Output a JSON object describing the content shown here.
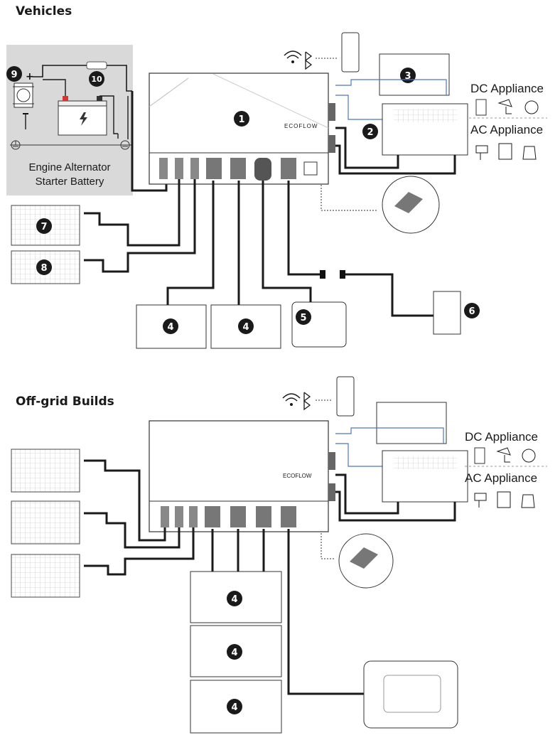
{
  "sections": {
    "vehicles": {
      "title": "Vehicles",
      "alt_box": {
        "line1": "Engine Alternator",
        "line2": "Starter Battery"
      },
      "dc_label": "DC Appliance",
      "ac_label": "AC Appliance",
      "brand": "ECOFLOW",
      "badges": [
        "1",
        "2",
        "3",
        "4",
        "4",
        "5",
        "6",
        "7",
        "8",
        "9",
        "10"
      ]
    },
    "offgrid": {
      "title": "Off-grid Builds",
      "dc_label": "DC Appliance",
      "ac_label": "AC Appliance",
      "brand": "ECOFLOW",
      "badges": [
        "4",
        "4",
        "4"
      ]
    }
  },
  "colors": {
    "cable": "#1a1a1a",
    "red_wire": "#e03030",
    "blue_wire": "#4a78c0",
    "gray_box": "#d9d9d9"
  },
  "icons": [
    "wifi-icon",
    "bluetooth-icon",
    "phone-icon",
    "fridge-icon",
    "lamp-icon",
    "fan-icon",
    "hair-dryer-icon",
    "coffee-maker-icon",
    "kettle-icon",
    "hand-tap-icon",
    "ground-icon",
    "bolt-icon"
  ]
}
